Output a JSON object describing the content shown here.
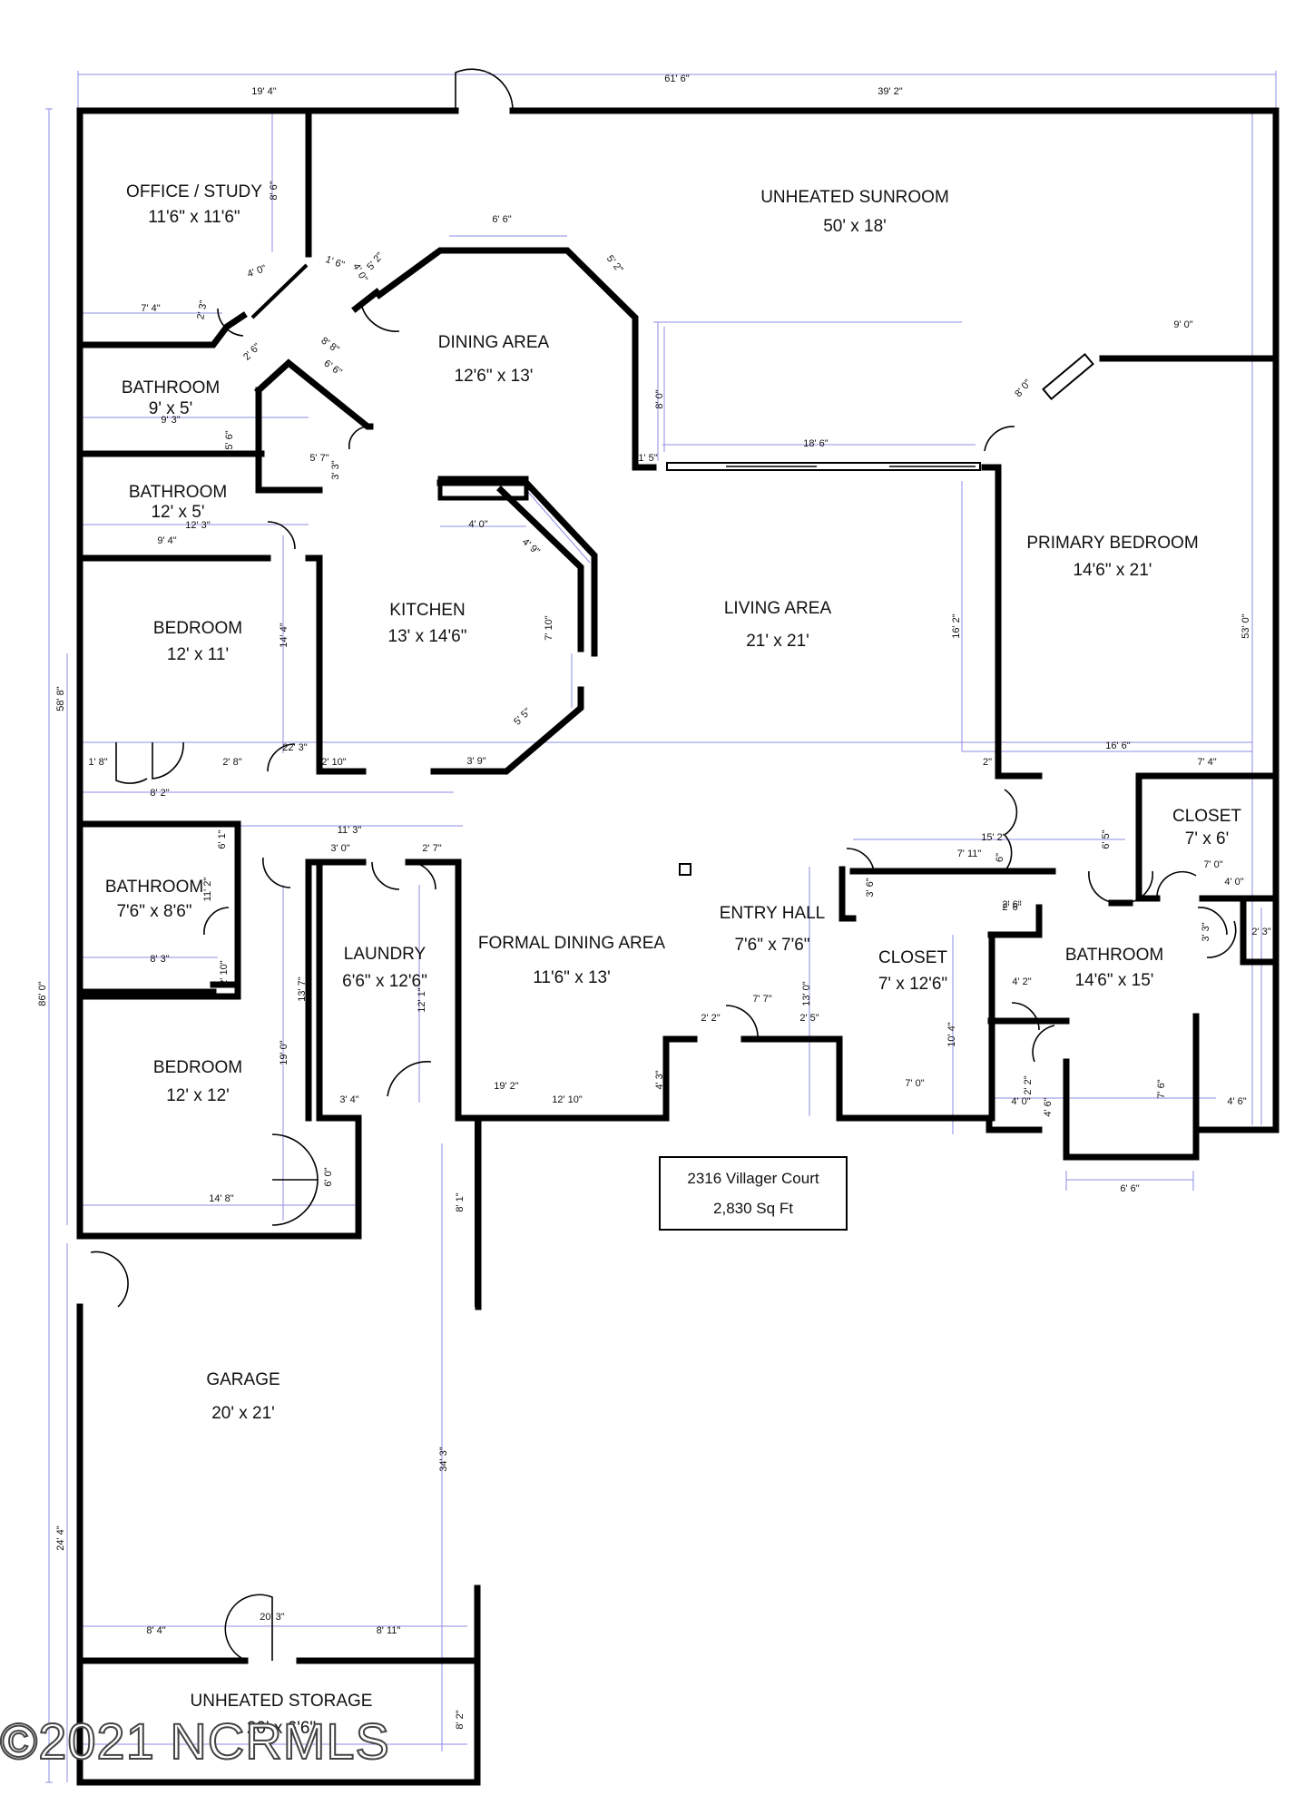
{
  "rooms": {
    "office": {
      "name": "OFFICE / STUDY",
      "size": "11'6\" x 11'6\""
    },
    "sunroom": {
      "name": "UNHEATED SUNROOM",
      "size": "50' x 18'"
    },
    "dining": {
      "name": "DINING AREA",
      "size": "12'6\" x 13'"
    },
    "bath1": {
      "name": "BATHROOM",
      "size": "9' x 5'"
    },
    "bath2": {
      "name": "BATHROOM",
      "size": "12' x 5'"
    },
    "bed1": {
      "name": "BEDROOM",
      "size": "12' x 11'"
    },
    "kitchen": {
      "name": "KITCHEN",
      "size": "13' x 14'6\""
    },
    "living": {
      "name": "LIVING AREA",
      "size": "21' x 21'"
    },
    "primary": {
      "name": "PRIMARY BEDROOM",
      "size": "14'6\" x 21'"
    },
    "closet1": {
      "name": "CLOSET",
      "size": "7' x 6'"
    },
    "bath3": {
      "name": "BATHROOM",
      "size": "7'6\" x 8'6\""
    },
    "laundry": {
      "name": "LAUNDRY",
      "size": "6'6\" x 12'6\""
    },
    "formal": {
      "name": "FORMAL DINING AREA",
      "size": "11'6\" x 13'"
    },
    "entry": {
      "name": "ENTRY HALL",
      "size": "7'6\" x 7'6\""
    },
    "closet2": {
      "name": "CLOSET",
      "size": "7' x 12'6\""
    },
    "bath4": {
      "name": "BATHROOM",
      "size": "14'6\" x 15'"
    },
    "bed2": {
      "name": "BEDROOM",
      "size": "12' x 12'"
    },
    "garage": {
      "name": "GARAGE",
      "size": "20' x 21'"
    },
    "storage": {
      "name": "UNHEATED STORAGE",
      "size": "20' x 6'6\""
    }
  },
  "address": {
    "street": "2316 Villager Court",
    "area": "2,830 Sq Ft"
  },
  "watermark": "©2021 NCRMLS",
  "dimensions": {
    "top_total": "61' 6\"",
    "top_left": "19' 4\"",
    "top_right": "39' 2\"",
    "left_total": "86' 0\"",
    "left_upper": "58' 8\"",
    "left_lower": "24' 4\"",
    "right_tall": "53' 0\"",
    "office_h": "8' 6\"",
    "office_w": "7' 4\"",
    "office_a": "4' 0\"",
    "office_b": "2' 3\"",
    "office_c": "1' 6\"",
    "office_d": "4' 0\"",
    "office_e": "5' 2\"",
    "office_f": "8' 8\"",
    "office_g": "2' 6\"",
    "office_h2": "6' 6\"",
    "dining_top": "6' 6\"",
    "dining_side": "5' 2\"",
    "dining_h": "8' 0\"",
    "sun_right": "9' 0\"",
    "sun_door": "8' 0\"",
    "bath1_w": "9' 3\"",
    "bath1_h": "5' 6\"",
    "bath1_c": "5' 7\"",
    "bath1_d": "3' 3\"",
    "bath2_w": "12' 3\"",
    "bath2_b": "9' 4\"",
    "kit_a": "4' 0\"",
    "kit_b": "4' 9\"",
    "kit_c": "7' 10\"",
    "kit_d": "5' 5\"",
    "kit_e": "3' 9\"",
    "living_top_a": "1' 5\"",
    "living_top_b": "18' 6\"",
    "living_h": "16' 2\"",
    "bed1_h": "14' 4\"",
    "hall_a": "1' 8\"",
    "hall_b": "2' 8\"",
    "hall_c": "22' 3\"",
    "hall_d": "2' 10\"",
    "prim_a": "2\"",
    "prim_b": "16' 6\"",
    "prim_c": "7' 4\"",
    "hall2_a": "8' 2\"",
    "hall2_b": "11' 3\"",
    "hall2_c": "6' 1\"",
    "hall2_d": "3' 0\"",
    "hall2_e": "2' 7\"",
    "hall3_a": "15' 2\"",
    "hall3_b": "7' 11\"",
    "hall3_c": "6' 5\"",
    "hall3_d": "6\"",
    "clo1_a": "7' 0\"",
    "clo1_b": "4' 0\"",
    "clo1_c": "3' 3\"",
    "clo1_d": "2' 3\"",
    "bath3_h": "11' 2\"",
    "bath3_w": "8' 3\"",
    "bath3_c": "2' 10\"",
    "laun_h": "13' 7\"",
    "laun_w": "12' 1\"",
    "entry_a": "2' 6\"",
    "entry_b": "3' 6\"",
    "entry_c": "13' 0\"",
    "entry_d": "7' 7\"",
    "entry_e": "2' 2\"",
    "entry_f": "2' 5\"",
    "formal_a": "4' 3\"",
    "formal_b": "19' 2\"",
    "formal_c": "12' 10\"",
    "laun_b": "3' 4\"",
    "bed2_h": "19' 0\"",
    "bed2_w": "14' 8\"",
    "bed2_c": "6' 0\"",
    "clo2_a": "10' 4\"",
    "clo2_b": "7' 0\"",
    "bath4_a": "2' 6\"",
    "bath4_b": "4' 2\"",
    "bath4_c": "2' 2\"",
    "bath4_d": "4' 0\"",
    "bath4_e": "4' 6\"",
    "bath4_f": "7' 6\"",
    "bath4_g": "4' 6\"",
    "bath4_h": "6' 6\"",
    "gar_a": "8' 1\"",
    "gar_b": "34' 3\"",
    "stor_a": "8' 4\"",
    "stor_b": "20' 3\"",
    "stor_c": "8' 11\"",
    "stor_d": "8' 2\""
  }
}
